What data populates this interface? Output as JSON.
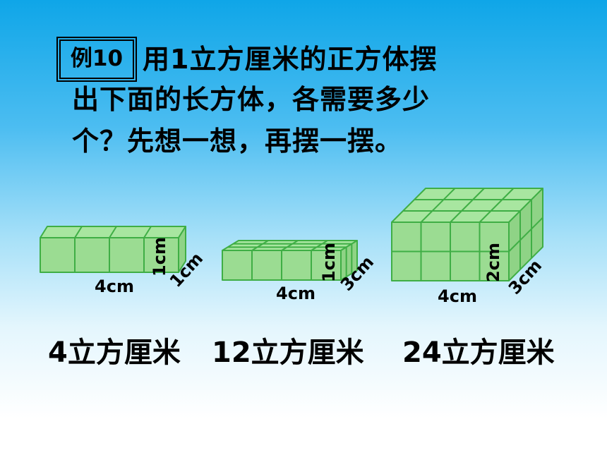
{
  "example": {
    "tag": "例10",
    "line1": "用1立方厘米的正方体摆",
    "line2": "出下面的长方体，各需要多少",
    "line3": "个？先想一想，再摆一摆。"
  },
  "boxes": [
    {
      "length_label": "4cm",
      "width_label": "1cm",
      "height_label": "1cm",
      "answer": "4立方厘米"
    },
    {
      "length_label": "4cm",
      "width_label": "3cm",
      "height_label": "1cm",
      "answer": "12立方厘米"
    },
    {
      "length_label": "4cm",
      "width_label": "3cm",
      "height_label": "2cm",
      "answer": "24立方厘米"
    }
  ],
  "colors": {
    "cube_fill": "#a8e6a0",
    "cube_front": "#9bdc92",
    "cube_side": "#8fd386",
    "cube_line": "#3fae45"
  }
}
